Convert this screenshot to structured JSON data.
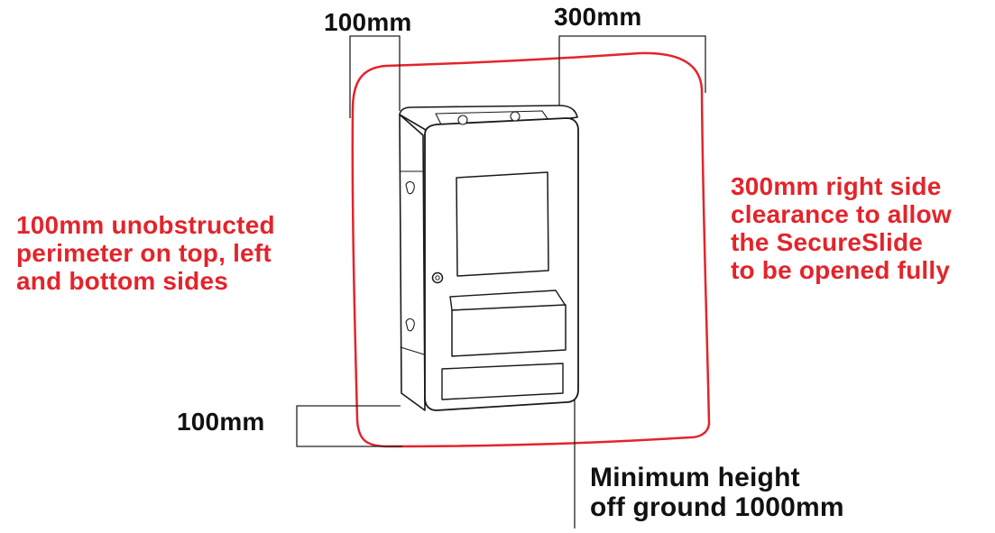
{
  "labels": {
    "top_left_dimension": "100mm",
    "top_right_dimension": "300mm",
    "bottom_dimension": "100mm",
    "left_note": [
      "100mm unobstructed",
      "perimeter on top, left",
      "and bottom sides"
    ],
    "right_note": [
      "300mm right side",
      "clearance to allow",
      "the SecureSlide",
      "to be opened fully"
    ],
    "bottom_note": [
      "Minimum height",
      "off ground 1000mm"
    ]
  },
  "colors": {
    "accent": "#e3242b",
    "text": "#111111",
    "line": "#222222",
    "device_stroke": "#1a1a1a",
    "device_fill": "#ffffff"
  }
}
